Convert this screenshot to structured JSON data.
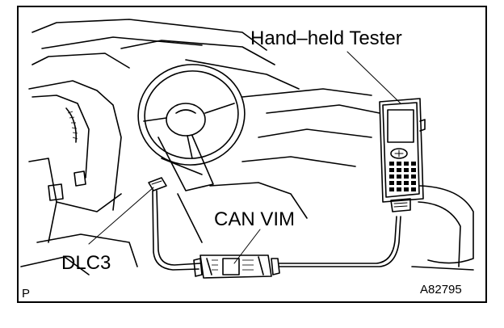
{
  "labels": {
    "tester": "Hand–held Tester",
    "can_vim": "CAN VIM",
    "dlc3": "DLC3",
    "corner_left": "P",
    "figure_id": "A82795"
  }
}
